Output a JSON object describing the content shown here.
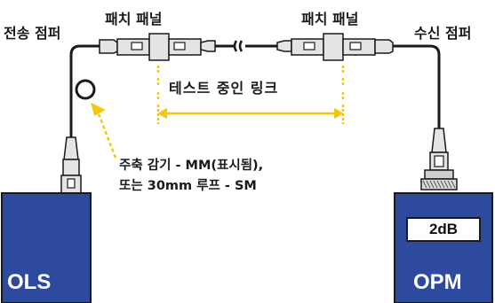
{
  "labels": {
    "launch_jumper": "전송 점퍼",
    "patch_panel_left": "패치 패널",
    "patch_panel_right": "패치 패널",
    "receive_jumper": "수신 점퍼",
    "link_under_test": "테스트 중인 링크"
  },
  "note": {
    "line1_part1": "주축 감기 - ",
    "line1_part2": "MM(표시됨),",
    "line2_part1": "또는 ",
    "line2_part2": "30mm 루프 - SM"
  },
  "devices": {
    "source": {
      "label": "OLS"
    },
    "meter": {
      "label": "OPM",
      "reading": "2dB"
    }
  },
  "colors": {
    "device_blue": "#2e4a9e",
    "dimension_yellow": "#f2c80f",
    "cable": "#1a1a1a",
    "connector_fill": "#e4e4e4"
  }
}
